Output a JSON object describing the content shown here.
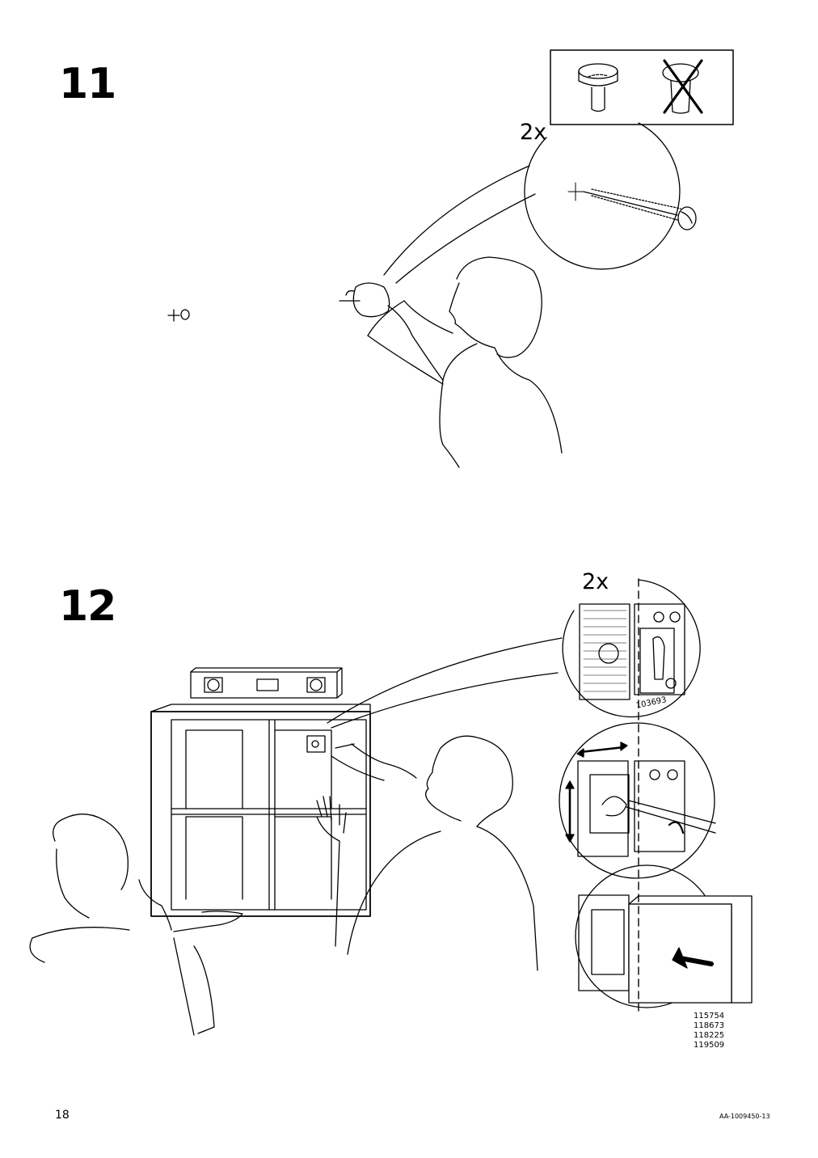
{
  "page": {
    "page_number": "18",
    "document_id": "AA-1009450-13"
  },
  "steps": [
    {
      "number": "11",
      "quantity": "2x",
      "note": "wall plug: correct vs. incorrect"
    },
    {
      "number": "12",
      "quantity": "2x",
      "part_number_detail": "103693",
      "part_numbers_bottom": [
        "115754",
        "118673",
        "118225",
        "119509"
      ]
    }
  ]
}
